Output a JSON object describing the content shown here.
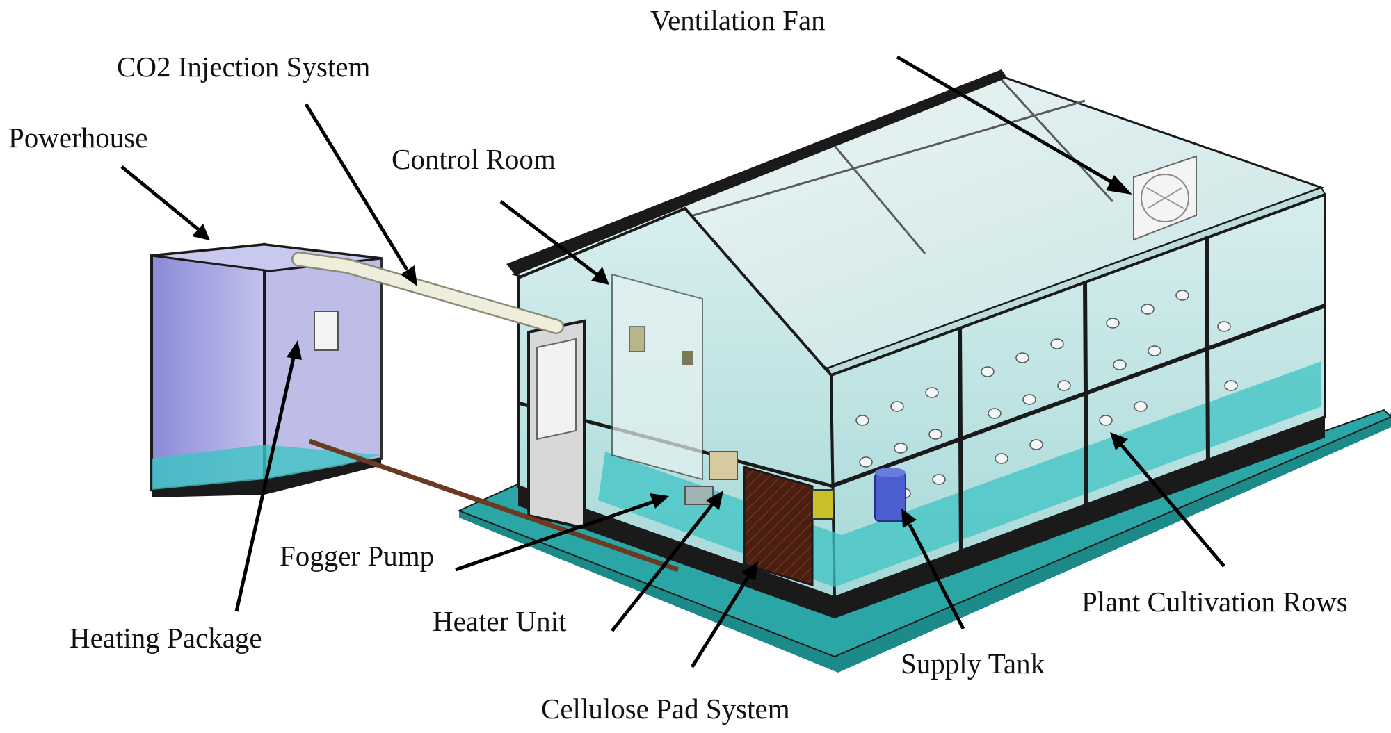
{
  "labels": {
    "ventilation_fan": "Ventilation Fan",
    "co2_injection": "CO2 Injection System",
    "powerhouse": "Powerhouse",
    "control_room": "Control Room",
    "fogger_pump": "Fogger Pump",
    "heating_package": "Heating Package",
    "heater_unit": "Heater Unit",
    "cellulose_pad": "Cellulose Pad System",
    "supply_tank": "Supply Tank",
    "plant_rows": "Plant Cultivation Rows"
  },
  "colors": {
    "ground": "#2aa6a6",
    "glass": "#cfeaea",
    "water_floor": "#3dc3c3",
    "frame": "#1a1a1a",
    "powerhouse": "#9e9ee0",
    "pipe": "#efeedd",
    "cellulose_pad": "#4a1f12"
  }
}
